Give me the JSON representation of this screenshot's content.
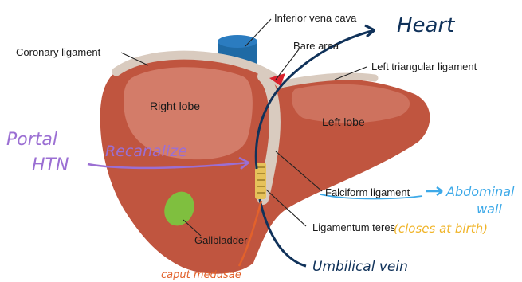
{
  "diagram": {
    "printed_labels": {
      "inferior_vena_cava": "Inferior vena cava",
      "coronary_ligament": "Coronary ligament",
      "bare_area": "Bare area",
      "left_triangular_ligament": "Left triangular ligament",
      "right_lobe": "Right lobe",
      "left_lobe": "Left lobe",
      "falciform_ligament": "Falciform ligament",
      "ligamentum_teres": "Ligamentum teres",
      "gallbladder": "Gallbladder"
    },
    "handwritten_notes": {
      "heart": "Heart",
      "portal_htn_line1": "Portal",
      "portal_htn_line2": "HTN",
      "recanalize": "Recanalize",
      "abdominal_wall_line1": "Abdominal",
      "abdominal_wall_line2": "wall",
      "closes_at_birth": "(closes at birth)",
      "umbilical_vein": "Umbilical vein",
      "caput_medusae": "caput medusae"
    },
    "colors": {
      "liver": "#c0553f",
      "liver_highlight": "#d98a78",
      "ligament": "#d9cbbf",
      "vena_cava": "#1f6aa5",
      "gallbladder": "#7fbf3f",
      "bare_area": "#d9232e",
      "ink_navy": "#10325a",
      "ink_purple": "#9b6fd3",
      "ink_blue": "#3da9e8",
      "ink_yellow": "#f0b428",
      "ink_orange": "#e2612b"
    }
  }
}
